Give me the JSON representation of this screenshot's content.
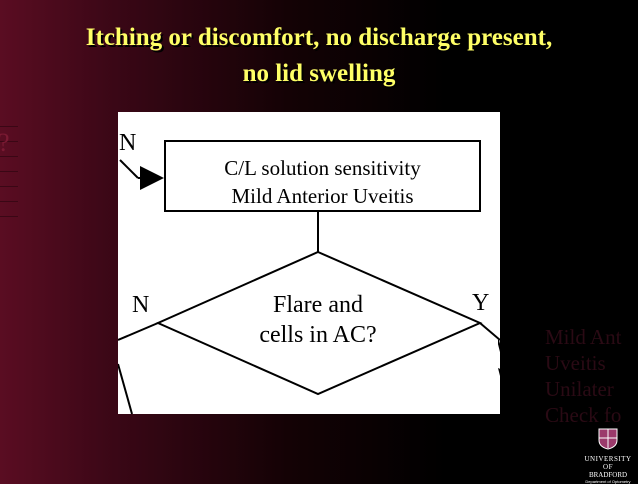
{
  "slide": {
    "title_line1": "Itching or discomfort, no discharge present,",
    "title_line2": "no lid swelling",
    "left_fragment": "?"
  },
  "flowchart": {
    "box_line1": "C/L solution sensitivity",
    "box_line2": "Mild Anterior Uveitis",
    "decision_line1": "Flare and",
    "decision_line2": "cells in AC?",
    "label_top_n": "N",
    "label_left_n": "N",
    "label_right_y": "Y"
  },
  "outcome_fragment": {
    "line1": "Mild Ant",
    "line2": "Uveitis",
    "line3": "Unilater",
    "line4": "Check fo"
  },
  "logo": {
    "line1": "UNIVERSITY OF",
    "line2": "BRADFORD",
    "line3": "Department of Optometry"
  },
  "colors": {
    "title": "#ffff66",
    "background_left": "#5a0d22",
    "background_right": "#000000",
    "panel": "#ffffff"
  }
}
